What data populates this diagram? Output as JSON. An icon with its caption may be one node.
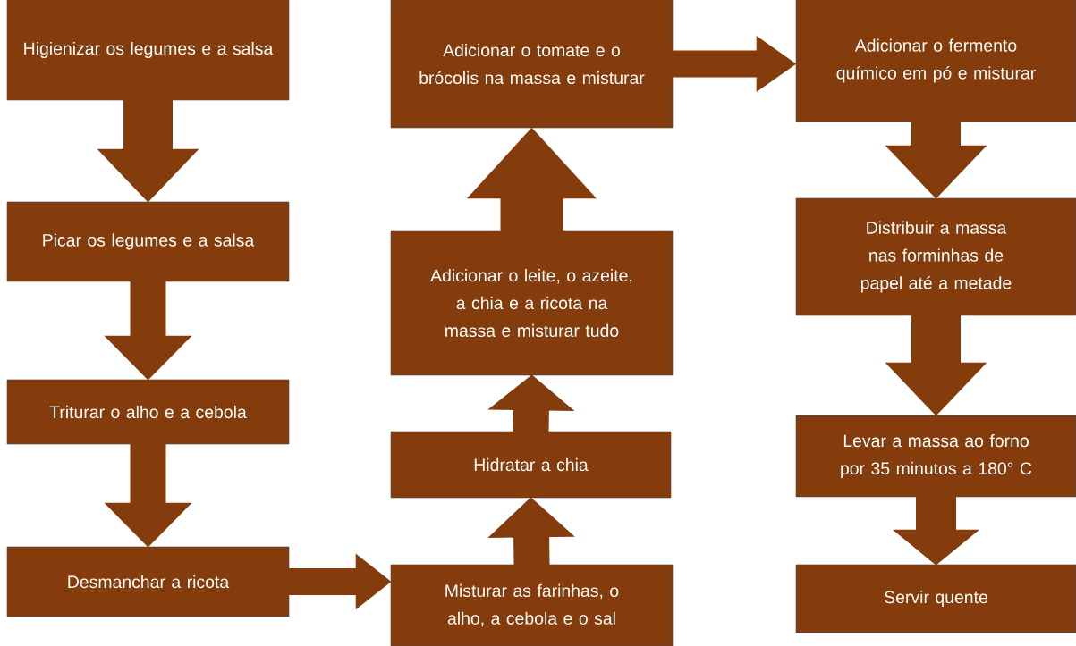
{
  "diagram": {
    "nodes": [
      {
        "text": [
          "Higienizar os legumes e a salsa"
        ]
      },
      {
        "text": [
          "Picar os legumes e a salsa"
        ]
      },
      {
        "text": [
          "Triturar o alho e a cebola"
        ]
      },
      {
        "text": [
          "Desmanchar a ricota"
        ]
      },
      {
        "text": [
          "Misturar as farinhas, o alho, a cebola e o sal"
        ]
      },
      {
        "text": [
          "Hidratar a chia"
        ]
      },
      {
        "text": [
          "Adicionar o leite, o azeite, a chia e a ricota na massa e misturar tudo"
        ]
      },
      {
        "text": [
          "Adicionar o tomate e o brócolis na massa e misturar"
        ]
      },
      {
        "text": [
          "Adicionar o fermento químico em pó e misturar"
        ]
      },
      {
        "text": [
          "Distribuir a massa nas forminhas de papel até a metade"
        ]
      },
      {
        "text": [
          "Levar a massa ao forno por 35 minutos a 180° C"
        ]
      },
      {
        "text": [
          "Servir quente"
        ]
      }
    ],
    "edges": [
      {
        "from": 0,
        "to": 1,
        "arrow": "to"
      },
      {
        "from": 1,
        "to": 2,
        "arrow": "to"
      },
      {
        "from": 2,
        "to": 3,
        "arrow": "to"
      },
      {
        "from": 3,
        "to": 4,
        "arrow": "to"
      },
      {
        "from": 4,
        "to": 5,
        "arrow": "to"
      },
      {
        "from": 5,
        "to": 6,
        "arrow": "to"
      },
      {
        "from": 6,
        "to": 7,
        "arrow": "to"
      },
      {
        "from": 7,
        "to": 8,
        "arrow": "to"
      },
      {
        "from": 8,
        "to": 9,
        "arrow": "to"
      },
      {
        "from": 9,
        "to": 10,
        "arrow": "to"
      },
      {
        "from": 10,
        "to": 11,
        "arrow": "to"
      }
    ]
  }
}
